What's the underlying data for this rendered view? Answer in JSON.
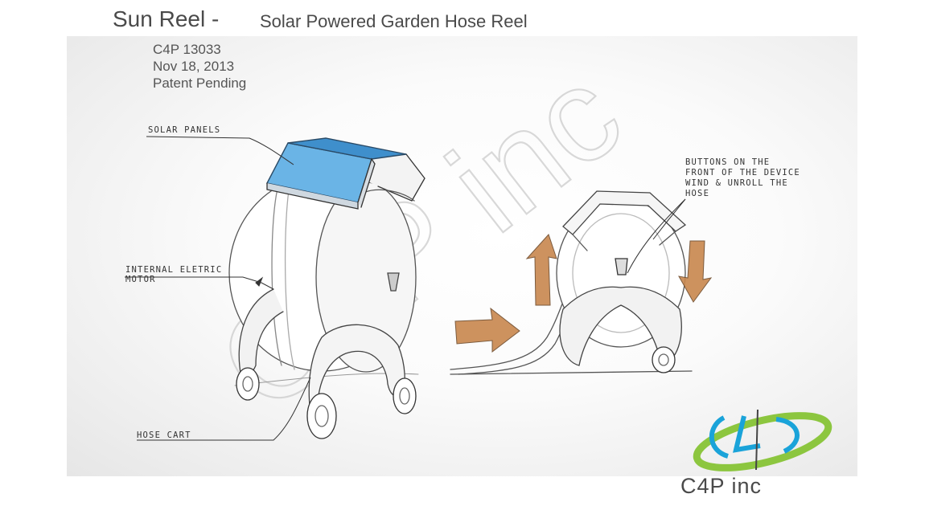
{
  "header": {
    "title": "Sun Reel -",
    "subtitle": "Solar Powered Garden Hose Reel"
  },
  "meta": {
    "code": "C4P 13033",
    "date": "Nov 18, 2013",
    "status": "Patent Pending"
  },
  "callouts": {
    "solar_panels": "SOLAR PANELS",
    "motor_line1": "INTERNAL ELETRIC",
    "motor_line2": "MOTOR",
    "hose_cart": "HOSE CART",
    "buttons_line1": "BUTTONS ON THE",
    "buttons_line2": "FRONT OF THE DEVICE",
    "buttons_line3": "WIND & UNROLL THE",
    "buttons_line4": "HOSE"
  },
  "watermark": {
    "text": "C4P inc"
  },
  "logo": {
    "text": "C4P inc",
    "colors": {
      "green": "#8cc63f",
      "blue": "#1aa3d9"
    }
  },
  "colors": {
    "panel": "#4aa3dd",
    "arrow": "#c8874e"
  }
}
